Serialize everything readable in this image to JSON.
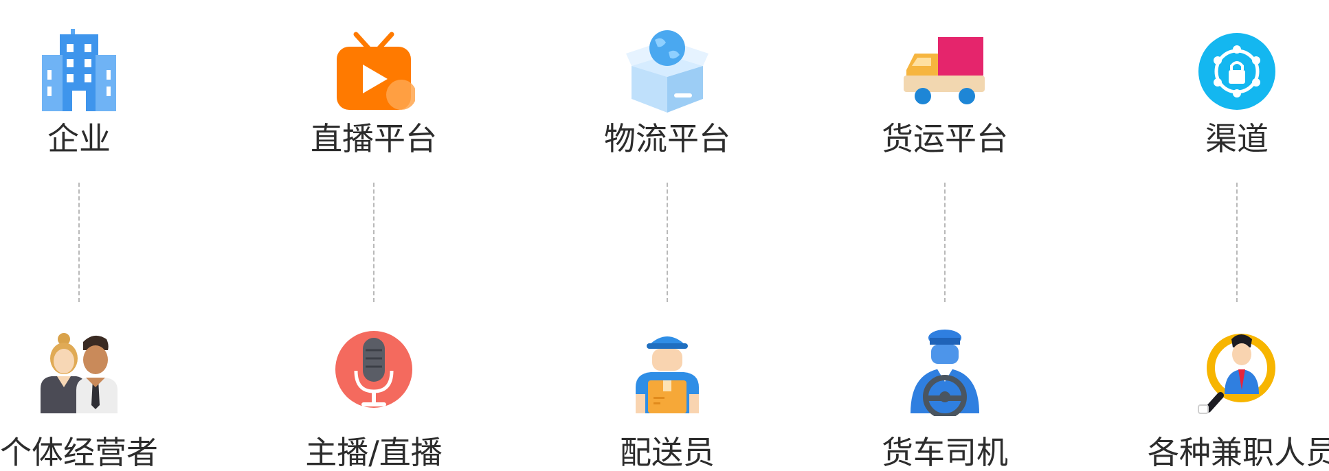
{
  "columns": [
    {
      "top": {
        "label": "企业",
        "icon": "building-icon"
      },
      "bottom": {
        "label": "个体经营者",
        "icon": "business-people-icon"
      }
    },
    {
      "top": {
        "label": "直播平台",
        "icon": "tv-play-icon"
      },
      "bottom": {
        "label": "主播/直播",
        "icon": "microphone-icon"
      }
    },
    {
      "top": {
        "label": "物流平台",
        "icon": "globe-box-icon"
      },
      "bottom": {
        "label": "配送员",
        "icon": "delivery-man-icon"
      }
    },
    {
      "top": {
        "label": "货运平台",
        "icon": "truck-icon"
      },
      "bottom": {
        "label": "货车司机",
        "icon": "truck-driver-icon"
      }
    },
    {
      "top": {
        "label": "渠道",
        "icon": "network-lock-icon"
      },
      "bottom": {
        "label": "各种兼职人员",
        "icon": "job-search-icon"
      }
    }
  ],
  "colors": {
    "label_text": "#2c2c2c",
    "connector": "#b9b9b9",
    "building_blue": "#3f95ec",
    "tv_orange": "#ff7a00",
    "globe_blue": "#4aa8f0",
    "truck_pink": "#e5256c",
    "truck_yellow": "#f6b53f",
    "channel_cyan": "#14b7f0",
    "mic_red": "#f46a5e",
    "delivery_blue": "#2f8ee6",
    "driver_blue": "#2f7fe0",
    "search_yellow": "#f7b500"
  }
}
